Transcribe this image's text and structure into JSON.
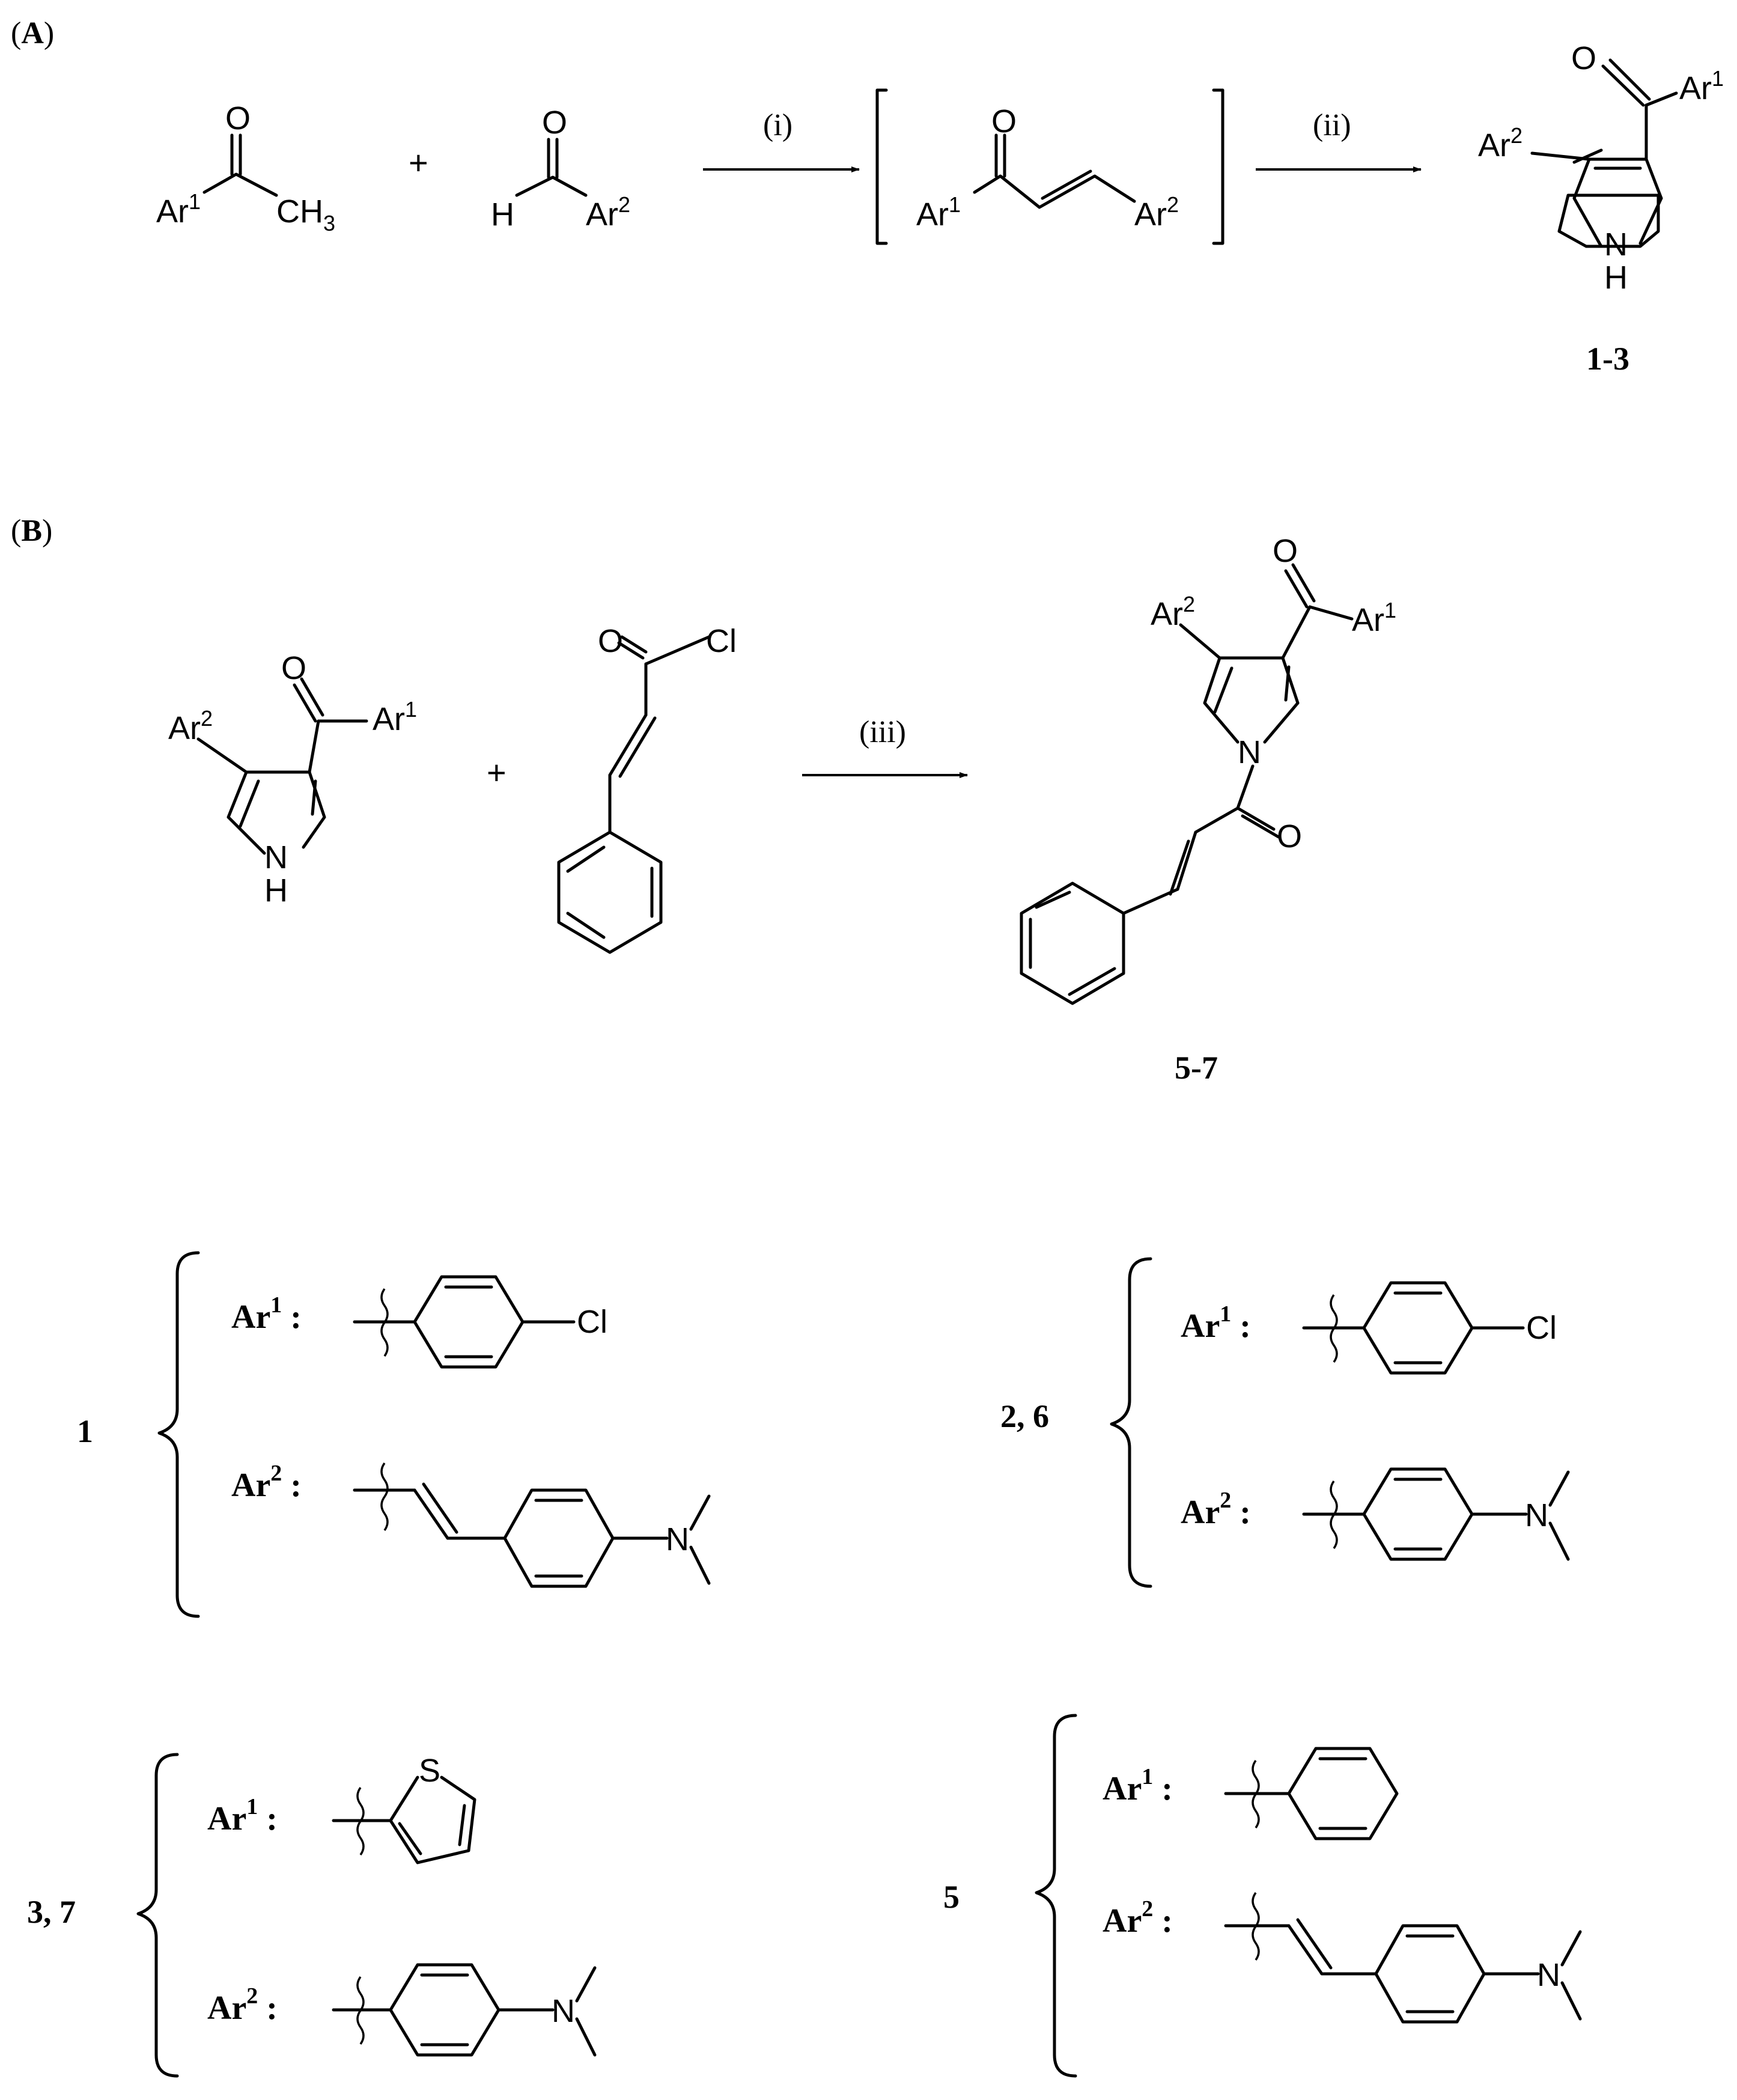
{
  "panels": {
    "A": {
      "open": "(",
      "letter": "A",
      "close": ")"
    },
    "B": {
      "open": "(",
      "letter": "B",
      "close": ")"
    }
  },
  "atoms": {
    "O": "O",
    "H": "H",
    "N": "N",
    "Cl": "Cl",
    "S": "S",
    "Ar": "Ar",
    "CH": "CH",
    "sub3": "3",
    "sup1": "1",
    "sup2": "2"
  },
  "operators": {
    "plus": "+"
  },
  "conditions": {
    "i": "(i)",
    "ii": "(ii)",
    "iii": "(iii)"
  },
  "products": {
    "a": "1-3",
    "b": "5-7"
  },
  "substituent_sets": [
    {
      "compounds": "1",
      "ar1": "4-chlorophenyl",
      "ar2": "4-(dimethylamino)styryl"
    },
    {
      "compounds": "2, 6",
      "ar1": "4-chlorophenyl",
      "ar2": "4-(dimethylamino)phenyl"
    },
    {
      "compounds": "3, 7",
      "ar1": "2-thienyl",
      "ar2": "4-(dimethylamino)phenyl"
    },
    {
      "compounds": "5",
      "ar1": "phenyl",
      "ar2": "4-(dimethylamino)styryl"
    }
  ],
  "legend": {
    "ar_label": "Ar",
    "sup1": "1",
    "sup2": "2",
    "colon": ":"
  },
  "colors": {
    "ink": "#000000",
    "background": "#ffffff"
  }
}
